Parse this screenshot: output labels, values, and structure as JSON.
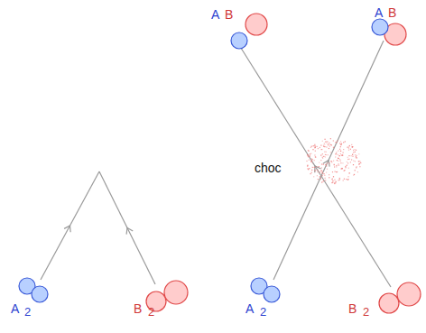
{
  "diagram": {
    "labels": [
      "A",
      "2",
      "B",
      "2",
      "A",
      "2",
      "B",
      "2",
      "choc",
      "A",
      "B",
      "A",
      "B"
    ]
  }
}
